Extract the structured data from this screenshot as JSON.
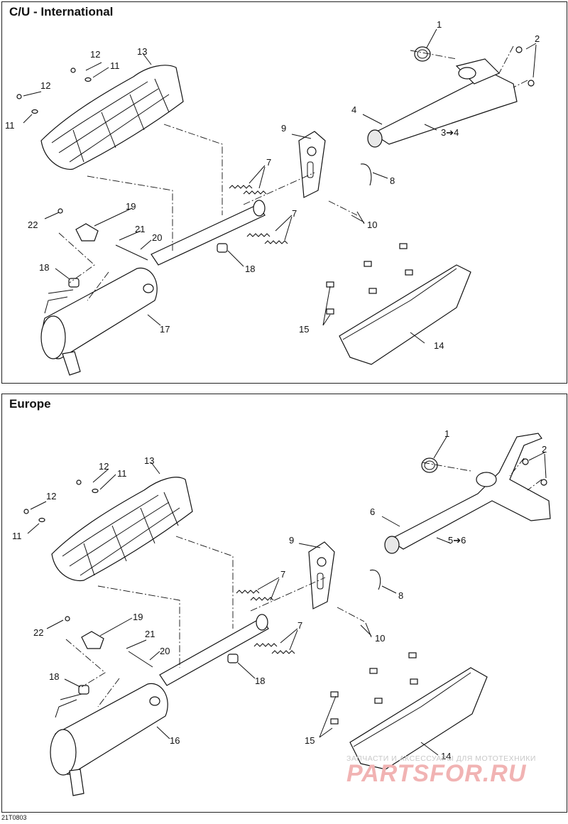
{
  "panels": [
    {
      "title": "C/U - International",
      "callouts": [
        {
          "label": "1"
        },
        {
          "label": "2"
        },
        {
          "label": "3➔4"
        },
        {
          "label": "4"
        },
        {
          "label": "7"
        },
        {
          "label": "7"
        },
        {
          "label": "8"
        },
        {
          "label": "9"
        },
        {
          "label": "10"
        },
        {
          "label": "11"
        },
        {
          "label": "11"
        },
        {
          "label": "12"
        },
        {
          "label": "12"
        },
        {
          "label": "13"
        },
        {
          "label": "14"
        },
        {
          "label": "15"
        },
        {
          "label": "17"
        },
        {
          "label": "18"
        },
        {
          "label": "18"
        },
        {
          "label": "19"
        },
        {
          "label": "20"
        },
        {
          "label": "21"
        },
        {
          "label": "22"
        }
      ]
    },
    {
      "title": "Europe",
      "callouts": [
        {
          "label": "1"
        },
        {
          "label": "2"
        },
        {
          "label": "5➔6"
        },
        {
          "label": "6"
        },
        {
          "label": "7"
        },
        {
          "label": "7"
        },
        {
          "label": "8"
        },
        {
          "label": "9"
        },
        {
          "label": "10"
        },
        {
          "label": "11"
        },
        {
          "label": "11"
        },
        {
          "label": "12"
        },
        {
          "label": "12"
        },
        {
          "label": "13"
        },
        {
          "label": "14"
        },
        {
          "label": "15"
        },
        {
          "label": "16"
        },
        {
          "label": "18"
        },
        {
          "label": "18"
        },
        {
          "label": "19"
        },
        {
          "label": "20"
        },
        {
          "label": "21"
        },
        {
          "label": "22"
        }
      ]
    }
  ],
  "watermark": {
    "tagline": "ЗАПЧАСТИ И АКСЕССУАРЫ ДЛЯ МОТОТЕХНИКИ",
    "logo": "PARTSFOR.RU"
  },
  "figure_code": "21T0803"
}
